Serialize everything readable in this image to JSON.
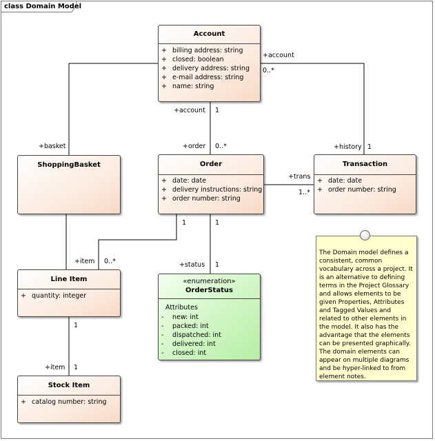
{
  "frame": {
    "label": "class Domain Model"
  },
  "classes": {
    "account": {
      "name": "Account",
      "attributes": [
        {
          "vis": "+",
          "text": "billing address: string"
        },
        {
          "vis": "+",
          "text": "closed: boolean"
        },
        {
          "vis": "+",
          "text": "delivery address: string"
        },
        {
          "vis": "+",
          "text": "e-mail address: string"
        },
        {
          "vis": "+",
          "text": "name: string"
        }
      ]
    },
    "shopping_basket": {
      "name": "ShoppingBasket"
    },
    "order": {
      "name": "Order",
      "attributes": [
        {
          "vis": "+",
          "text": "date: date"
        },
        {
          "vis": "+",
          "text": "delivery instructions: string"
        },
        {
          "vis": "+",
          "text": "order number: string"
        }
      ]
    },
    "transaction": {
      "name": "Transaction",
      "attributes": [
        {
          "vis": "+",
          "text": "date: date"
        },
        {
          "vis": "+",
          "text": "order number: string"
        }
      ]
    },
    "line_item": {
      "name": "Line Item",
      "attributes": [
        {
          "vis": "+",
          "text": "quantity: integer"
        }
      ]
    },
    "order_status": {
      "stereotype": "«enumeration»",
      "name": "OrderStatus",
      "section_title": "Attributes",
      "literals": [
        {
          "vis": "-",
          "text": "new: int"
        },
        {
          "vis": "-",
          "text": "packed: int"
        },
        {
          "vis": "-",
          "text": "dispatched: int"
        },
        {
          "vis": "-",
          "text": "delivered: int"
        },
        {
          "vis": "-",
          "text": "closed: int"
        }
      ]
    },
    "stock_item": {
      "name": "Stock Item",
      "attributes": [
        {
          "vis": "+",
          "text": "catalog number: string"
        }
      ]
    }
  },
  "roles": {
    "account_end_right": "+account",
    "mult_account_right": "0..*",
    "account_end_order": "+account",
    "mult_account_order": "1",
    "order_end_account": "+order",
    "mult_order_account": "0..*",
    "basket_end": "+basket",
    "history_end": "+history",
    "mult_history": "1",
    "trans_end": "+trans",
    "mult_trans": "1..*",
    "mult_order_item": "1",
    "item_end_order": "+item",
    "mult_item_order": "0..*",
    "mult_order_status": "1",
    "status_end": "+status",
    "mult_status": "1",
    "mult_lineitem_stock": "1",
    "item_end_stock": "+item",
    "mult_stock": "1"
  },
  "note": {
    "text": "The Domain model defines a consistent, common vocabulary across a project. It is an alternative to defining terms in the Project Glossary and allows elements to be given Properties, Attributes and Tagged Values and related to other elements in the model. It also has the advantage that the elements can be presented graphically. The domain elements can appear on multiple diagrams and be hyper-linked to from element notes."
  }
}
